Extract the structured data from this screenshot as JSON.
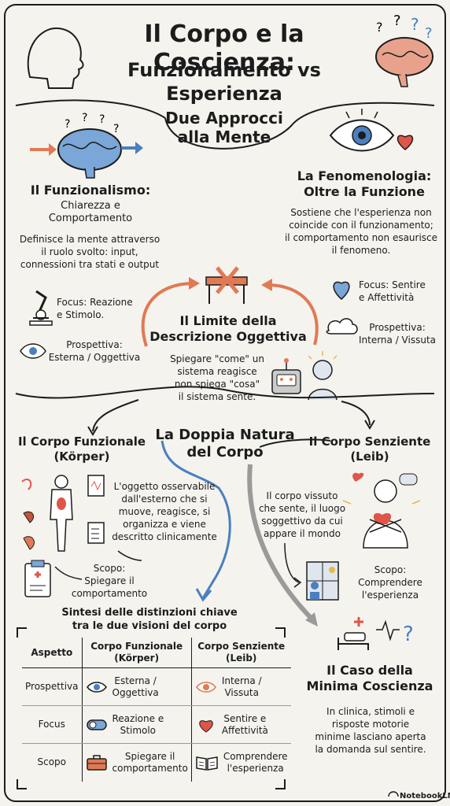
{
  "header": {
    "title_line1": "Il Corpo e la Coscienza:",
    "title_line2": "Funzionamento vs Esperienza"
  },
  "approcci": {
    "title_line1": "Due Approcci",
    "title_line2": "alla Mente"
  },
  "funzionalismo": {
    "title": "Il Funzionalismo:",
    "subtitle_line1": "Chiarezza e",
    "subtitle_line2": "Comportamento",
    "desc_line1": "Definisce la mente attraverso",
    "desc_line2": "il ruolo svolto: input,",
    "desc_line3": "connessioni tra stati e output",
    "focus_line1": "Focus: Reazione",
    "focus_line2": "e Stimolo.",
    "prospettiva_line1": "Prospettiva:",
    "prospettiva_line2": "Esterna / Oggettiva"
  },
  "fenomenologia": {
    "title_line1": "La Fenomenologia:",
    "title_line2": "Oltre la Funzione",
    "desc_line1": "Sostiene che l'esperienza non",
    "desc_line2": "coincide con il funzionamento;",
    "desc_line3": "il comportamento non esaurisce",
    "desc_line4": "il fenomeno.",
    "focus_line1": "Focus: Sentire",
    "focus_line2": "e Affettività",
    "prospettiva_line1": "Prospettiva:",
    "prospettiva_line2": "Interna / Vissuta"
  },
  "limite": {
    "title_line1": "Il Limite della",
    "title_line2": "Descrizione Oggettiva",
    "desc_line1": "Spiegare \"come\" un",
    "desc_line2": "sistema reagisce",
    "desc_line3": "non spiega \"cosa\"",
    "desc_line4": "il sistema sente."
  },
  "doppia": {
    "title_line1": "La Doppia Natura",
    "title_line2": "del Corpo"
  },
  "corpo_funzionale": {
    "title_line1": "Il Corpo Funzionale",
    "title_line2": "(Körper)",
    "desc_line1": "L'oggetto osservabile",
    "desc_line2": "dall'esterno che si",
    "desc_line3": "muove, reagisce, si",
    "desc_line4": "organizza e viene",
    "desc_line5": "descritto clinicamente",
    "scopo_line1": "Scopo:",
    "scopo_line2": "Spiegare il",
    "scopo_line3": "comportamento"
  },
  "corpo_senziente": {
    "title_line1": "Il Corpo Senziente",
    "title_line2": "(Leib)",
    "desc_line1": "Il corpo vissuto",
    "desc_line2": "che sente, il luogo",
    "desc_line3": "soggettivo da cui",
    "desc_line4": "appare il mondo",
    "scopo_line1": "Scopo:",
    "scopo_line2": "Comprendere",
    "scopo_line3": "l'esperienza"
  },
  "sintesi": {
    "title_line1": "Sintesi delle distinzioni chiave",
    "title_line2": "tra le due visioni del corpo",
    "header": {
      "aspetto": "Aspetto",
      "funz_line1": "Corpo Funzionale",
      "funz_line2": "(Körper)",
      "senz_line1": "Corpo Senziente",
      "senz_line2": "(Leib)"
    },
    "rows": [
      {
        "aspetto": "Prospettiva",
        "funz_line1": "Esterna /",
        "funz_line2": "Oggettiva",
        "senz_line1": "Interna /",
        "senz_line2": "Vissuta",
        "funz_icon": "eye-icon",
        "senz_icon": "eye-icon"
      },
      {
        "aspetto": "Focus",
        "funz_line1": "Reazione e",
        "funz_line2": "Stimolo",
        "senz_line1": "Sentire e",
        "senz_line2": "Affettività",
        "funz_icon": "toggle-icon",
        "senz_icon": "heart-icon"
      },
      {
        "aspetto": "Scopo",
        "funz_line1": "Spiegare il",
        "funz_line2": "comportamento",
        "senz_line1": "Comprendere",
        "senz_line2": "l'esperienza",
        "funz_icon": "toolbox-icon",
        "senz_icon": "book-icon"
      }
    ]
  },
  "minima": {
    "title_line1": "Il Caso della",
    "title_line2": "Minima Coscienza",
    "desc_line1": "In clinica, stimoli e",
    "desc_line2": "risposte motorie",
    "desc_line3": "minime lasciano aperta",
    "desc_line4": "la domanda sul sentire."
  },
  "footer": {
    "brand": "NotebookLM"
  },
  "colors": {
    "background": "#f4f3ee",
    "ink": "#1c1c1c",
    "orange": "#e07a55",
    "blue": "#4a7fc0",
    "heart": "#e0554a",
    "brain": "#7aa6d8"
  }
}
